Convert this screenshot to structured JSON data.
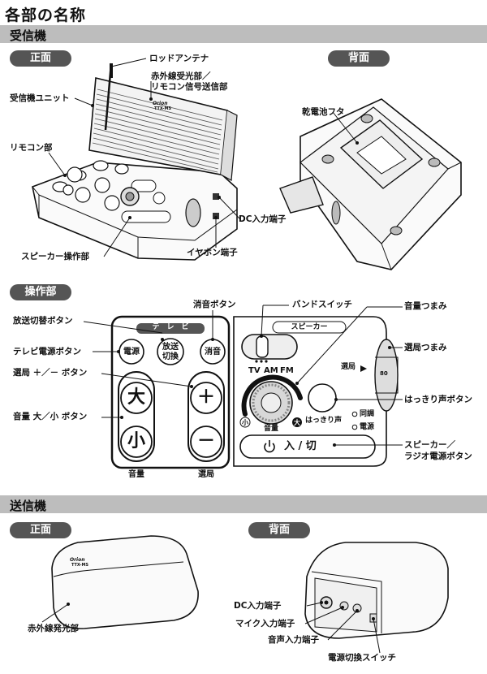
{
  "page_title": "各部の名称",
  "receiver": {
    "section_title": "受信機",
    "front_pill": "正面",
    "back_pill": "背面",
    "labels": {
      "rod_antenna": "ロッドアンテナ",
      "ir_receiver_1": "赤外線受光部／",
      "ir_receiver_2": "リモコン信号送信部",
      "receiver_unit": "受信機ユニット",
      "remote_part": "リモコン部",
      "dc_input": "DC入力端子",
      "earphone": "イヤホン端子",
      "speaker_ops": "スピーカー操作部",
      "battery_cover": "乾電池フタ"
    },
    "brand": "Orion",
    "model": "TTX-MS"
  },
  "controls": {
    "section_pill": "操作部",
    "tv_header": "テ　レ　ビ",
    "speaker_header": "スピーカー",
    "buttons": {
      "power": "電源",
      "broadcast_1": "放送",
      "broadcast_2": "切換",
      "mute": "消音",
      "vol_up": "大",
      "vol_down": "小",
      "ch_up": "＋",
      "ch_down": "－",
      "volume_caption": "音量",
      "channel_caption": "選局",
      "band_tv": "TV",
      "band_am": "AM",
      "band_fm": "FM",
      "knob_small": "小",
      "knob_big": "大",
      "knob_caption": "音量",
      "clear_voice": "はっきり声",
      "tuning_indicator": "同調",
      "power_indicator": "電源",
      "power_switch": "入 / 切",
      "tuning_side": "選局",
      "dial_80": "80"
    },
    "labels": {
      "mute_button": "消音ボタン",
      "band_switch": "バンドスイッチ",
      "volume_knob": "音量つまみ",
      "broadcast_button": "放送切替ボタン",
      "tuning_knob": "選局つまみ",
      "tv_power": "テレビ電源ボタン",
      "channel_buttons": "選局 ＋／－ ボタン",
      "clear_voice_button": "はっきり声ボタン",
      "volume_buttons": "音量 大／小 ボタン",
      "speaker_radio_power_1": "スピーカー／",
      "speaker_radio_power_2": "ラジオ電源ボタン"
    }
  },
  "transmitter": {
    "section_title": "送信機",
    "front_pill": "正面",
    "back_pill": "背面",
    "brand": "Orion",
    "model": "TTX-MS",
    "labels": {
      "ir_emitter": "赤外線発光部",
      "dc_input": "DC入力端子",
      "mic_input": "マイク入力端子",
      "audio_input": "音声入力端子",
      "power_switch": "電源切換スイッチ"
    }
  }
}
